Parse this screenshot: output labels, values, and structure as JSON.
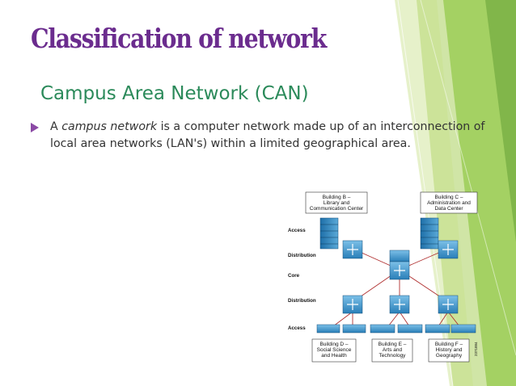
{
  "slide": {
    "title": "Classification of network",
    "subtitle": "Campus Area Network (CAN)",
    "bullet": {
      "prefix": "A ",
      "emphasis": "campus network",
      "suffix": " is a computer network made up of an interconnection of local area networks (LAN's) within a limited geographical area."
    }
  },
  "diagram": {
    "buildings_top": [
      {
        "lines": [
          "Building B –",
          "Library and",
          "Communication Center"
        ]
      },
      {
        "lines": [
          "Building C –",
          "Administration and",
          "Data Center"
        ]
      }
    ],
    "buildings_bottom": [
      {
        "lines": [
          "Building D –",
          "Social Science",
          "and Health"
        ]
      },
      {
        "lines": [
          "Building E –",
          "Arts and",
          "Technology"
        ]
      },
      {
        "lines": [
          "Building F –",
          "History and",
          "Geography"
        ]
      }
    ],
    "layers": {
      "access_top": "Access",
      "distribution_top": "Distribution",
      "core": "Core",
      "distribution_bottom": "Distribution",
      "access_bottom": "Access"
    },
    "figure_id": "2371884"
  },
  "colors": {
    "title": "#6b2c8e",
    "subtitle": "#2b8a5a",
    "accent_green": "#7cb342",
    "device_blue": "#2a7fb8",
    "link_red": "#b03030"
  }
}
